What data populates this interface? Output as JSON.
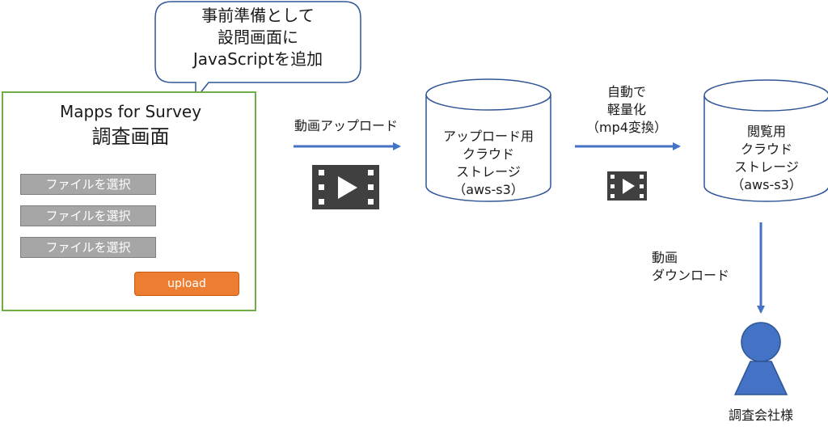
{
  "bubble": {
    "lines": [
      "事前準備として",
      "設問画面に",
      "JavaScriptを追加"
    ]
  },
  "survey_panel": {
    "title": "Mapps for Survey",
    "subtitle": "調査画面",
    "file_buttons": [
      "ファイルを選択",
      "ファイルを選択",
      "ファイルを選択"
    ],
    "upload_label": "upload"
  },
  "arrow_upload": {
    "label": "動画アップロード"
  },
  "upload_storage": {
    "lines": [
      "アップロード用",
      "クラウド",
      "ストレージ",
      "（aws-s3）"
    ]
  },
  "arrow_convert": {
    "lines": [
      "自動で",
      "軽量化",
      "（mp4変換）"
    ]
  },
  "view_storage": {
    "lines": [
      "閲覧用",
      "クラウド",
      "ストレージ",
      "（aws-s3）"
    ]
  },
  "arrow_download": {
    "lines": [
      "動画",
      "ダウンロード"
    ]
  },
  "user": {
    "label": "調査会社様"
  },
  "colors": {
    "panel_border": "#70ad47",
    "arrow": "#4472c4",
    "cylinder_border": "#2f5597",
    "upload_button": "#ed7d31",
    "file_button": "#a6a6a6",
    "person": "#4472c4",
    "video_icon": "#404040"
  },
  "icons": [
    "video-file-icon",
    "video-file-icon",
    "person-icon"
  ]
}
